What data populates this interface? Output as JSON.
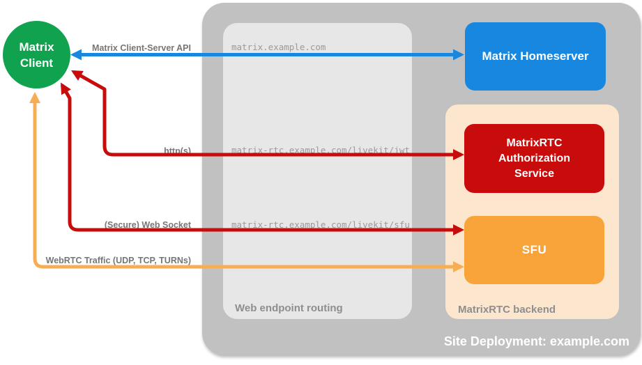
{
  "colors": {
    "canvas-bg": "#ffffff",
    "outer-gray": "#c1c1c1",
    "routing-gray": "#e7e7e7",
    "backend-peach": "#fce6ce",
    "client-green": "#10a24f",
    "homeserver-blue": "#1787e0",
    "service-red": "#c80b0b",
    "sfu-orange": "#f9a43a",
    "arrow-blue": "#1787e0",
    "arrow-red": "#c80b0b",
    "arrow-orange": "#f6ae55",
    "label-gray": "#767676",
    "endpoint-gray": "#9a9a9a",
    "section-label-gray": "#8e8e8e",
    "white-text": "#ffffff"
  },
  "nodes": {
    "client": {
      "line1": "Matrix",
      "line2": "Client"
    },
    "homeserver": {
      "label": "Matrix Homeserver"
    },
    "auth_service": {
      "line1": "MatrixRTC",
      "line2": "Authorization",
      "line3": "Service"
    },
    "sfu": {
      "label": "SFU"
    }
  },
  "containers": {
    "deployment": {
      "label": "Site Deployment: example.com"
    },
    "routing": {
      "label": "Web endpoint routing"
    },
    "backend": {
      "label": "MatrixRTC backend"
    }
  },
  "endpoints": {
    "homeserver": "matrix.example.com",
    "jwt": "matrix-rtc.example.com/livekit/jwt",
    "sfu": "matrix-rtc.example.com/livekit/sfu"
  },
  "arrow_labels": {
    "client_server_api": "Matrix Client-Server API",
    "https": "http(s)",
    "websocket": "(Secure) Web Socket",
    "webrtc": "WebRTC Traffic (UDP, TCP, TURNs)"
  }
}
